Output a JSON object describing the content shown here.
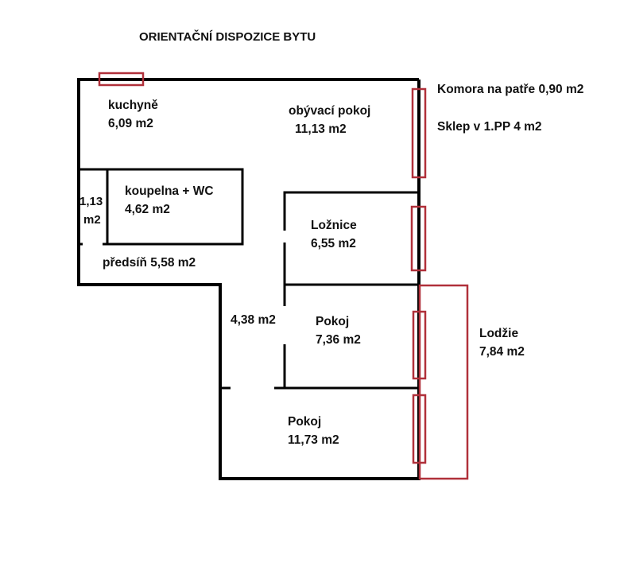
{
  "title": "ORIENTAČNÍ DISPOZICE BYTU",
  "notes": [
    "Komora na patře 0,90 m2",
    "Sklep v 1.PP  4 m2"
  ],
  "rooms": {
    "kuchyne": {
      "name": "kuchyně",
      "area": "6,09 m2"
    },
    "obyvaci": {
      "name": "obývací pokoj",
      "area": "11,13 m2"
    },
    "koupelna": {
      "name": "koupelna + WC",
      "area": "4,62 m2"
    },
    "komora": {
      "name": "1,13",
      "area": "m2"
    },
    "predsin": {
      "name": "předsíň 5,58 m2"
    },
    "chodba": {
      "area": "4,38 m2"
    },
    "loznice": {
      "name": "Ložnice",
      "area": "6,55 m2"
    },
    "pokoj1": {
      "name": "Pokoj",
      "area": "7,36 m2"
    },
    "pokoj2": {
      "name": "Pokoj",
      "area": "11,73 m2"
    },
    "lodzie": {
      "name": "Lodžie",
      "area": "7,84 m2"
    }
  },
  "colors": {
    "wall": "#000000",
    "window": "#b0303a"
  }
}
